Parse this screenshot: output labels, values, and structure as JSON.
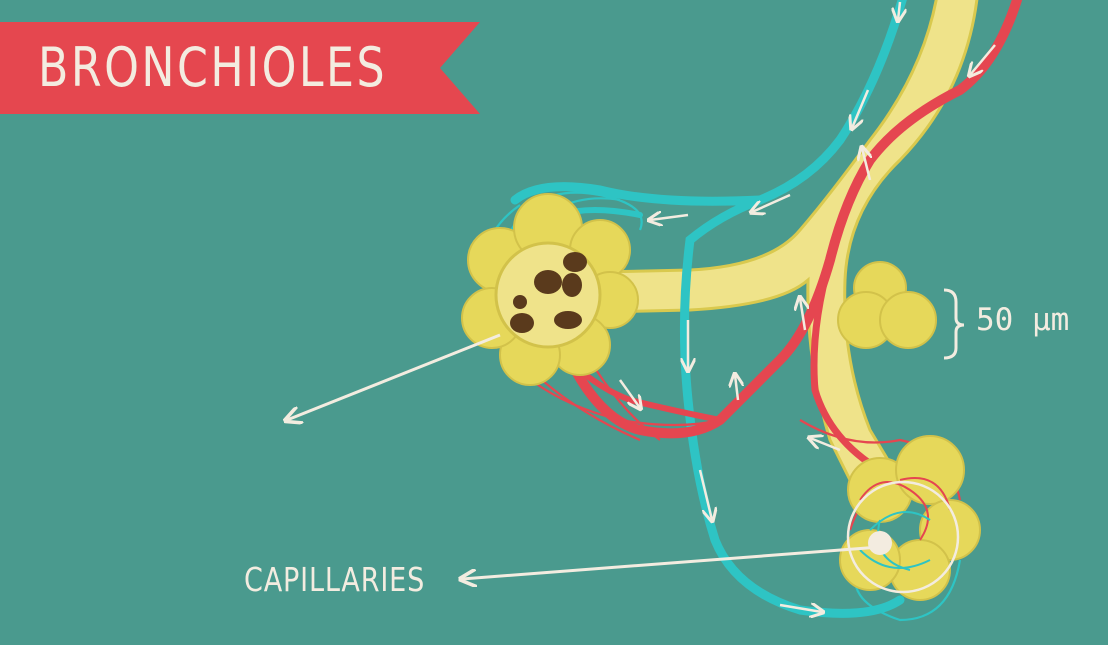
{
  "title": "BRONCHIOLES",
  "scale_label": "50 μm",
  "capillaries_label": "CAPILLARIES",
  "colors": {
    "background": "#4a9a8e",
    "banner": "#e5474f",
    "airway": "#efe38a",
    "alveoli": "#e6d85a",
    "vein": "#2ec4c4",
    "artery": "#e54650",
    "text": "#f3ece0",
    "clot": "#5a3a1c"
  }
}
